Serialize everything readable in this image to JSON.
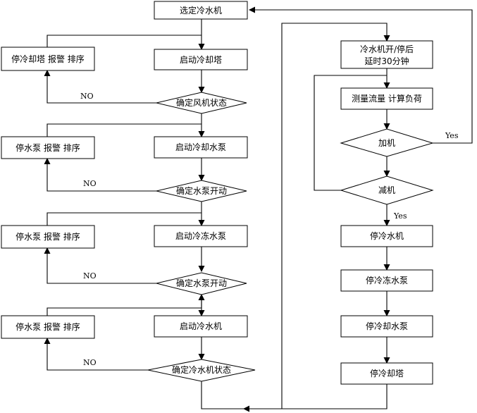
{
  "left_column": {
    "select_chiller": "选定冷水机",
    "start_cooling_tower": "启动冷却塔",
    "check_fan_status": "确定风机状态",
    "start_cooling_pump": "启动冷却水泵",
    "check_pump_on_1": "确定水泵开动",
    "start_chilled_pump": "启动冷冻水泵",
    "check_pump_on_2": "确定水泵开动",
    "start_chiller": "启动冷水机",
    "check_chiller_status": "确定冷水机状态"
  },
  "alarm_boxes": {
    "tower_alarm": "停冷却塔  报警  排序",
    "pump_alarm_1": "停水泵  报警  排序",
    "pump_alarm_2": "停水泵  报警  排序",
    "pump_alarm_3": "停水泵  报警  排序"
  },
  "right_column": {
    "delay_line1": "冷水机开/停后",
    "delay_line2": "延时30分钟",
    "measure_flow": "测量流量  计算负荷",
    "add_unit": "加机",
    "reduce_unit": "减机",
    "stop_chiller": "停冷水机",
    "stop_chilled_pump": "停冷冻水泵",
    "stop_cooling_pump": "停冷却水泵",
    "stop_cooling_tower": "停冷却塔"
  },
  "branch_labels": {
    "no_1": "NO",
    "no_2": "NO",
    "no_3": "NO",
    "no_4": "NO",
    "yes_add": "Yes",
    "yes_reduce": "Yes"
  }
}
